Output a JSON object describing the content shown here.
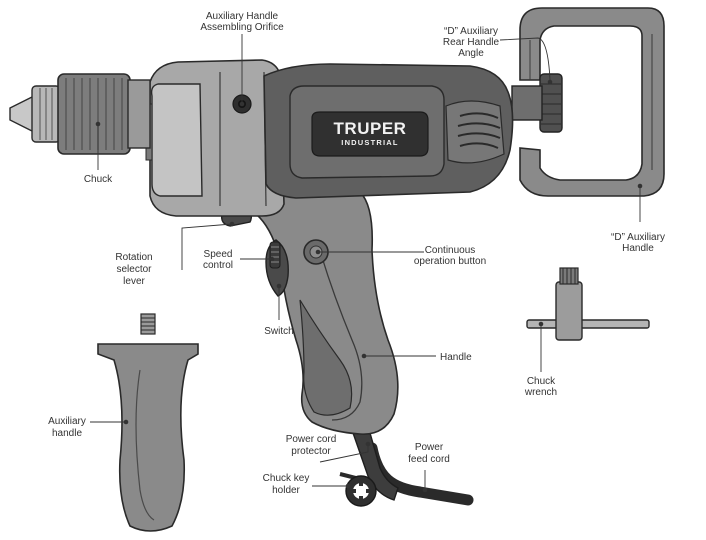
{
  "brand": {
    "name": "TRUPER",
    "sub": "INDUSTRIAL"
  },
  "labels": {
    "aux_orifice_1": "Auxiliary Handle",
    "aux_orifice_2": "Assembling Orifice",
    "rear_angle_1": "“D” Auxiliary",
    "rear_angle_2": "Rear Handle",
    "rear_angle_3": "Angle",
    "chuck": "Chuck",
    "d_handle_1": "“D” Auxiliary",
    "d_handle_2": "Handle",
    "rotation_1": "Rotation",
    "rotation_2": "selector",
    "rotation_3": "lever",
    "speed_1": "Speed",
    "speed_2": "control",
    "continuous_1": "Continuous",
    "continuous_2": "operation button",
    "switch": "Switch",
    "handle": "Handle",
    "chuck_wrench_1": "Chuck",
    "chuck_wrench_2": "wrench",
    "aux_handle_1": "Auxiliary",
    "aux_handle_2": "handle",
    "cord_protector_1": "Power cord",
    "cord_protector_2": "protector",
    "feed_cord_1": "Power",
    "feed_cord_2": "feed cord",
    "key_holder_1": "Chuck key",
    "key_holder_2": "holder"
  }
}
